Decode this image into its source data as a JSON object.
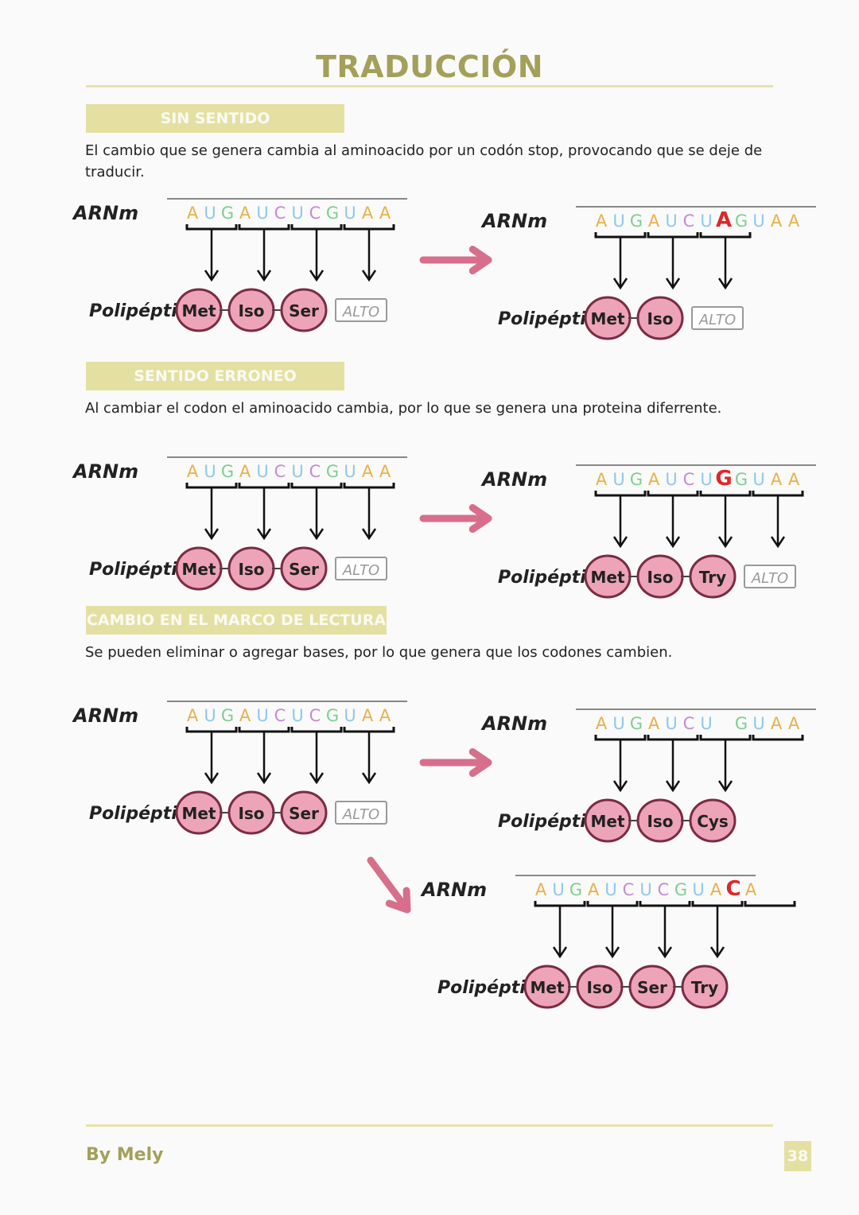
{
  "title": "TRADUCCIÓN",
  "footer": {
    "author": "By Mely",
    "page": "38"
  },
  "labels": {
    "mrna": "ARNm",
    "polypeptide": "Polipéptido",
    "stop": "ALTO"
  },
  "colors": {
    "accent": "#a3a05a",
    "label_bg": "#e4e0a2",
    "rule": "#e6e2a8",
    "arrow": "#d76f8c",
    "aa_fill": "#eda3b8",
    "mutation": "#e0262b",
    "base_A": "#e8b04a",
    "base_U": "#8ec9e8",
    "base_G": "#7fcf8f",
    "base_C": "#c58bd3"
  },
  "sections": [
    {
      "heading": "SIN SENTIDO",
      "text": "El cambio que se genera cambia al aminoacido por un codón stop, provocando que se deje de traducir.",
      "diagrams": [
        {
          "role": "original",
          "bases": [
            "A",
            "U",
            "G",
            "A",
            "U",
            "C",
            "U",
            "C",
            "G",
            "U",
            "A",
            "A"
          ],
          "aminoacids": [
            "Met",
            "Iso",
            "Ser",
            "ALTO"
          ]
        },
        {
          "role": "mutated",
          "bases": [
            "A",
            "U",
            "G",
            "A",
            "U",
            "C",
            "U",
            "A",
            "G",
            "U",
            "A",
            "A"
          ],
          "mutated_base": 7,
          "aminoacids": [
            "Met",
            "Iso",
            "ALTO"
          ]
        }
      ]
    },
    {
      "heading": "SENTIDO ERRONEO",
      "text": "Al cambiar el codon el aminoacido cambia, por lo que se genera una proteina diferrente.",
      "diagrams": [
        {
          "role": "original",
          "bases": [
            "A",
            "U",
            "G",
            "A",
            "U",
            "C",
            "U",
            "C",
            "G",
            "U",
            "A",
            "A"
          ],
          "aminoacids": [
            "Met",
            "Iso",
            "Ser",
            "ALTO"
          ]
        },
        {
          "role": "mutated",
          "bases": [
            "A",
            "U",
            "G",
            "A",
            "U",
            "C",
            "U",
            "G",
            "G",
            "U",
            "A",
            "A"
          ],
          "mutated_base": 7,
          "aminoacids": [
            "Met",
            "Iso",
            "Try",
            "ALTO"
          ]
        }
      ]
    },
    {
      "heading": "CAMBIO EN EL MARCO DE LECTURA",
      "text": "Se pueden eliminar o agregar bases, por lo que genera que los codones cambien.",
      "diagrams": [
        {
          "role": "original",
          "bases": [
            "A",
            "U",
            "G",
            "A",
            "U",
            "C",
            "U",
            "C",
            "G",
            "U",
            "A",
            "A"
          ],
          "aminoacids": [
            "Met",
            "Iso",
            "Ser",
            "ALTO"
          ]
        },
        {
          "role": "deletion",
          "bases": [
            "A",
            "U",
            "G",
            "A",
            "U",
            "C",
            "U",
            "",
            "G",
            "U",
            "A",
            "A"
          ],
          "aminoacids": [
            "Met",
            "Iso",
            "Cys"
          ]
        },
        {
          "role": "insertion",
          "bases": [
            "A",
            "U",
            "G",
            "A",
            "U",
            "C",
            "U",
            "C",
            "G",
            "U",
            "A",
            "C",
            "A"
          ],
          "mutated_base": 11,
          "aminoacids": [
            "Met",
            "Iso",
            "Ser",
            "Try"
          ]
        }
      ]
    }
  ]
}
